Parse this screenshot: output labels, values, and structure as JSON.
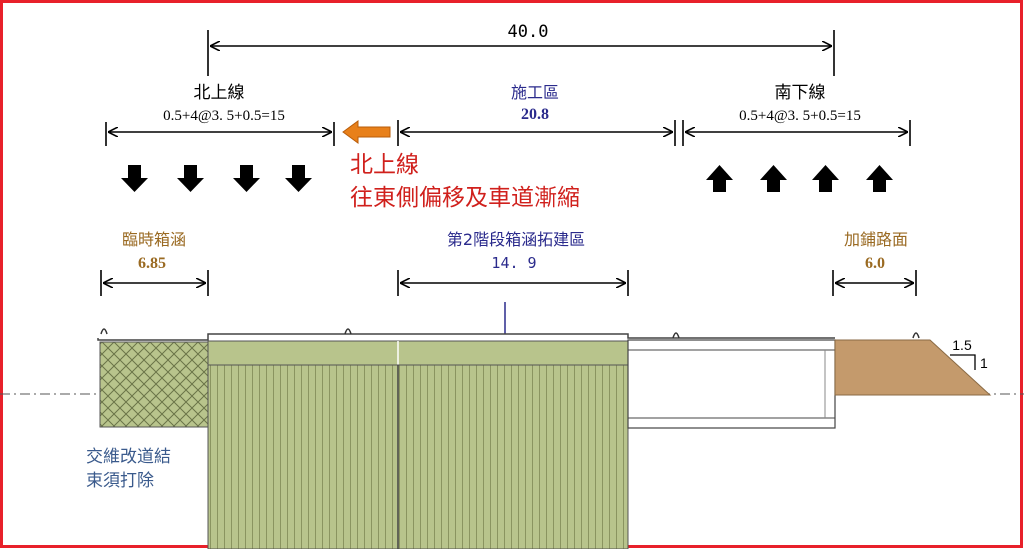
{
  "dimensions": {
    "total": "40.0",
    "north_label": "北上線",
    "north_formula": "0.5+4@3. 5+0.5=15",
    "work_zone_label": "施工區",
    "work_zone_width": "20.8",
    "south_label": "南下線",
    "south_formula": "0.5+4@3. 5+0.5=15"
  },
  "notice": {
    "line1": "北上線",
    "line2": "往東側偏移及車道漸縮"
  },
  "zones": {
    "temp_culvert_label": "臨時箱涵",
    "temp_culvert_width": "6.85",
    "stage2_label": "第2階段箱涵拓建區",
    "stage2_width": "14. 9",
    "paving_label": "加鋪路面",
    "paving_width": "6.0"
  },
  "demolish_note": {
    "line1": "交維改道結",
    "line2": "束須打除"
  },
  "slope": {
    "horizontal": "1.5",
    "vertical": "1"
  },
  "colors": {
    "border": "#e8202a",
    "blue_text": "#2a2a8c",
    "brown_text": "#9a6a22",
    "red_text": "#d0201c",
    "orange_arrow": "#e8801a",
    "green_fill": "#b8c48c",
    "soil_fill": "#c49a6c",
    "note_blue": "#3a5a8c"
  },
  "icons": {
    "northbound_arrows": "arrow-down-icon",
    "southbound_arrows": "arrow-up-icon",
    "shift_arrow": "arrow-left-icon"
  }
}
